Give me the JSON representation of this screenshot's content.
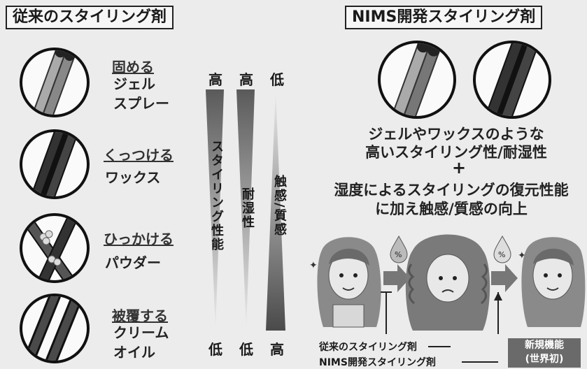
{
  "left_panel": {
    "title": "従来のスタイリング剤",
    "rows": [
      {
        "category": "固める",
        "products": [
          "ジェル",
          "スプレー"
        ]
      },
      {
        "category": "くっつける",
        "products": [
          "ワックス"
        ]
      },
      {
        "category": "ひっかける",
        "products": [
          "パウダー"
        ]
      },
      {
        "category": "被覆する",
        "products": [
          "クリーム",
          "オイル"
        ]
      }
    ]
  },
  "bars": [
    {
      "top_label": "高",
      "bottom_label": "低",
      "label": "スタイリング性能"
    },
    {
      "top_label": "高",
      "bottom_label": "低",
      "label": "耐湿性"
    },
    {
      "top_label": "低",
      "bottom_label": "高",
      "label": "触感/質感"
    }
  ],
  "right_panel": {
    "title": "NIMS開発スタイリング剤",
    "desc1_line1": "ジェルやワックスのような",
    "desc1_line2": "高いスタイリング性/耐湿性",
    "plus": "+",
    "desc2_line1": "湿度によるスタイリングの復元性能",
    "desc2_line2": "に加え触感/質感の向上",
    "humidity_symbol": "%",
    "legend_conventional": "従来のスタイリング剤",
    "legend_nims": "NIMS開発スタイリング剤",
    "new_feature_line1": "新規機能",
    "new_feature_line2": "(世界初)"
  },
  "icons": [
    "hair-strand-icon",
    "water-drop-icon",
    "arrow-right-icon",
    "sparkle-icon"
  ],
  "colors": {
    "background": "#ececec",
    "dark": "#222222",
    "gradient_dark": "#5a5a5a"
  }
}
